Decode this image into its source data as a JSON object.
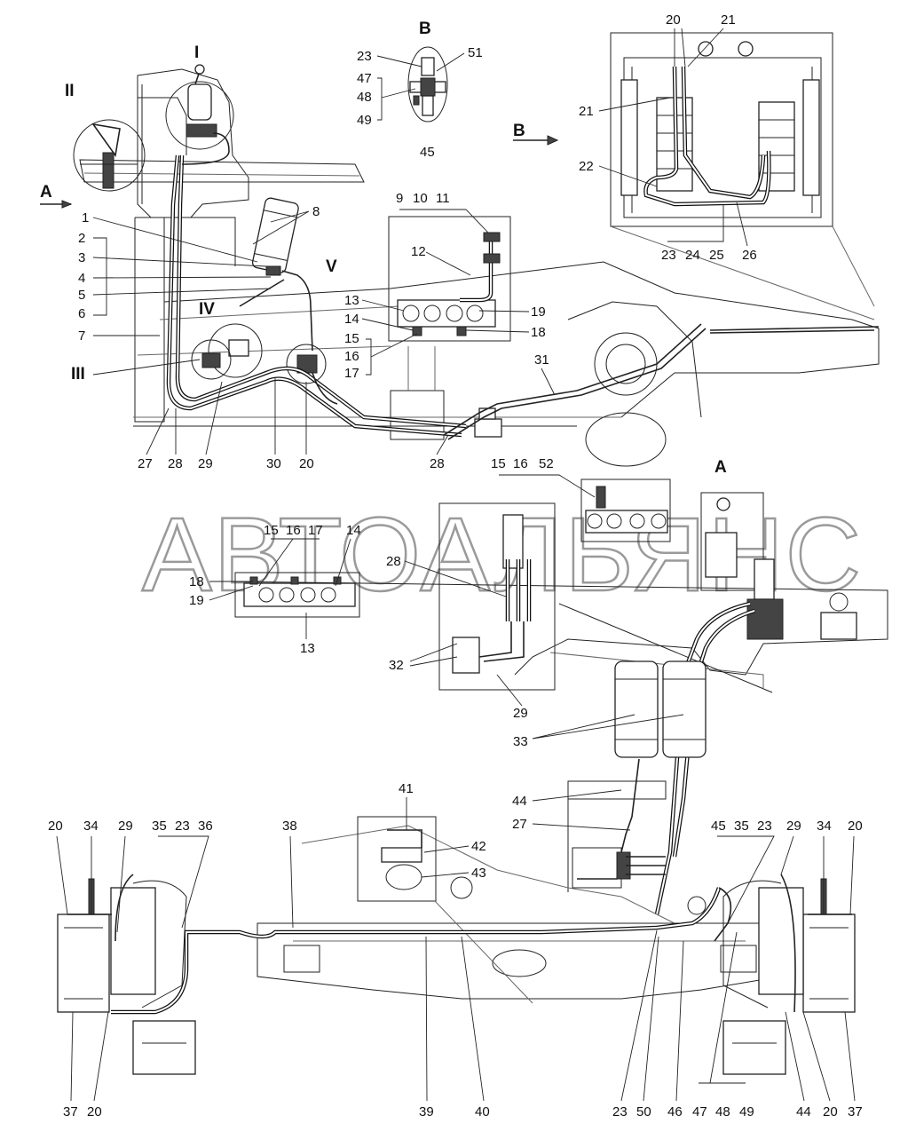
{
  "watermark": "АВТОАЛЬЯНС",
  "views": {
    "I": "I",
    "II": "II",
    "III": "III",
    "IV": "IV",
    "V": "V",
    "A": "A",
    "B": "B"
  },
  "labels": {
    "n1": "1",
    "n2": "2",
    "n3": "3",
    "n4": "4",
    "n5": "5",
    "n6": "6",
    "n7": "7",
    "n8": "8",
    "n9": "9",
    "n10": "10",
    "n11": "11",
    "n12": "12",
    "n13": "13",
    "n14": "14",
    "n15": "15",
    "n16": "16",
    "n17": "17",
    "n18": "18",
    "n19": "19",
    "n20": "20",
    "n21": "21",
    "n22": "22",
    "n23": "23",
    "n24": "24",
    "n25": "25",
    "n26": "26",
    "n27": "27",
    "n28": "28",
    "n29": "29",
    "n30": "30",
    "n31": "31",
    "n32": "32",
    "n33": "33",
    "n34": "34",
    "n35": "35",
    "n36": "36",
    "n37": "37",
    "n38": "38",
    "n39": "39",
    "n40": "40",
    "n41": "41",
    "n42": "42",
    "n43": "43",
    "n44": "44",
    "n45": "45",
    "n46": "46",
    "n47": "47",
    "n48": "48",
    "n49": "49",
    "n50": "50",
    "n51": "51",
    "n52": "52"
  }
}
